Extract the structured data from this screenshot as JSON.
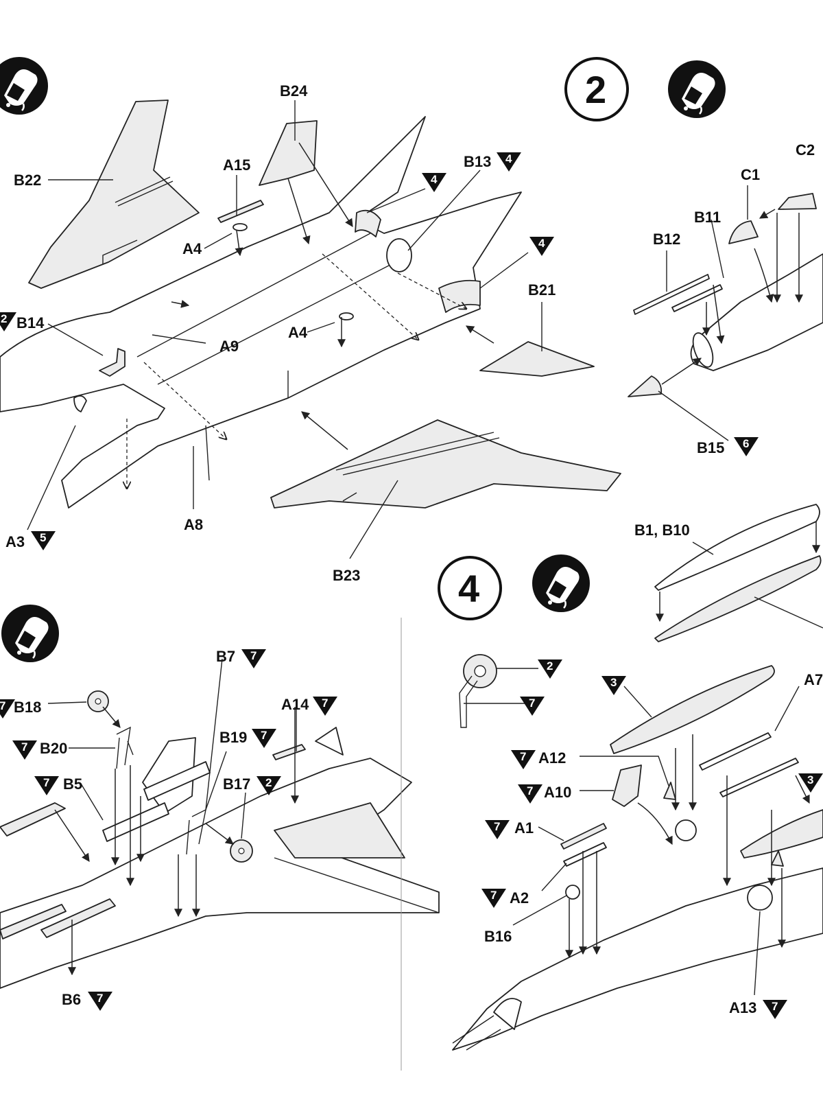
{
  "steps": {
    "s2": "2",
    "s4": "4"
  },
  "labels": {
    "B24": "B24",
    "B22": "B22",
    "A15": "A15",
    "B13": "B13",
    "A4_top": "A4",
    "A4_mid": "A4",
    "B21": "B21",
    "B14": "B14",
    "A9": "A9",
    "A8": "A8",
    "A3": "A3",
    "B23": "B23",
    "C2": "C2",
    "C1": "C1",
    "B11": "B11",
    "B12": "B12",
    "B15": "B15",
    "B1B10": "B1, B10",
    "B7": "B7",
    "A14": "A14",
    "B18": "B18",
    "B19": "B19",
    "B20": "B20",
    "B5": "B5",
    "B17": "B17",
    "B6": "B6",
    "A7": "A7",
    "A12": "A12",
    "A10": "A10",
    "A1": "A1",
    "A2": "A2",
    "B16": "B16",
    "A13": "A13"
  },
  "color_callouts": {
    "c_b13": "4",
    "c_flag4a": "4",
    "c_flag4b": "4",
    "c_b14": "2",
    "c_a3": "5",
    "c_b15": "6",
    "c_b7": "7",
    "c_a14": "7",
    "c_b18": "7",
    "c_b19": "7",
    "c_b20": "7",
    "c_b5": "7",
    "c_b17": "2",
    "c_b6": "7",
    "c_wheel2": "2",
    "c_wheel7": "7",
    "c_tank3a": "3",
    "c_tank3b": "3",
    "c_a12": "7",
    "c_a10": "7",
    "c_a1": "7",
    "c_a2": "7",
    "c_a13": "7"
  },
  "icons": {
    "glue": "glue-bottle-icon",
    "callout": "color-callout-triangle"
  },
  "colors": {
    "ink": "#111111",
    "paper": "#ffffff",
    "shade": "#ececec"
  }
}
